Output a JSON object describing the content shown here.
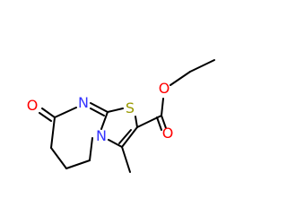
{
  "molecule": {
    "atoms": [
      {
        "id": "o-ketone",
        "symbol": "O",
        "color": "#ff0000"
      },
      {
        "id": "n-imine",
        "symbol": "N",
        "color": "#3333ff"
      },
      {
        "id": "s-ring",
        "symbol": "S",
        "color": "#999900"
      },
      {
        "id": "o-ester",
        "symbol": "O",
        "color": "#ff0000"
      },
      {
        "id": "o-carbonyl",
        "symbol": "O",
        "color": "#ff0000"
      },
      {
        "id": "n-ring",
        "symbol": "N",
        "color": "#3333ff"
      }
    ],
    "bond_color": "#000000"
  }
}
